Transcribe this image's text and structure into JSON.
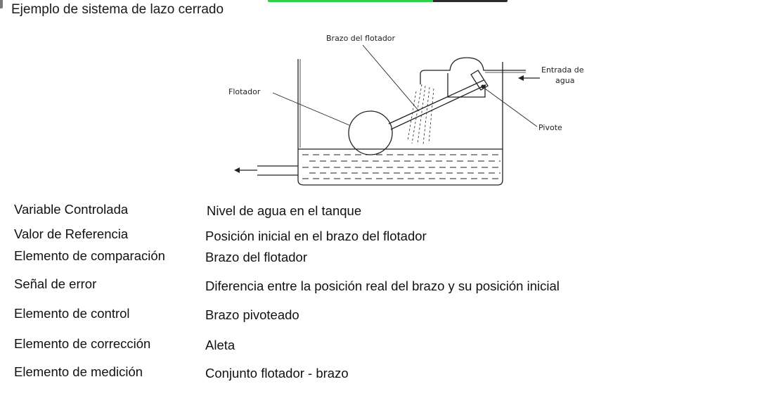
{
  "header": {
    "title": "Ejemplo de sistema de lazo cerrado",
    "progress_fraction": 0.69,
    "progress_color": "#2fd24a"
  },
  "diagram": {
    "labels": {
      "arm": "Brazo del flotador",
      "float": "Flotador",
      "inlet_line1": "Entrada de",
      "inlet_line2": "agua",
      "pivot": "Pivote"
    }
  },
  "table": {
    "rows": [
      {
        "label": "Variable Controlada",
        "value": "Nivel de agua en el tanque"
      },
      {
        "label": "Valor de Referencia",
        "value": "Posición inicial en el brazo del flotador"
      },
      {
        "label": "Elemento de comparación",
        "value": "Brazo del flotador"
      },
      {
        "label": "Señal de error",
        "value": "Diferencia entre la posición real del brazo y su posición inicial"
      },
      {
        "label": "Elemento de control",
        "value": "Brazo pivoteado"
      },
      {
        "label": "Elemento de corrección",
        "value": "Aleta"
      },
      {
        "label": "Elemento de medición",
        "value": "Conjunto flotador - brazo"
      }
    ]
  }
}
